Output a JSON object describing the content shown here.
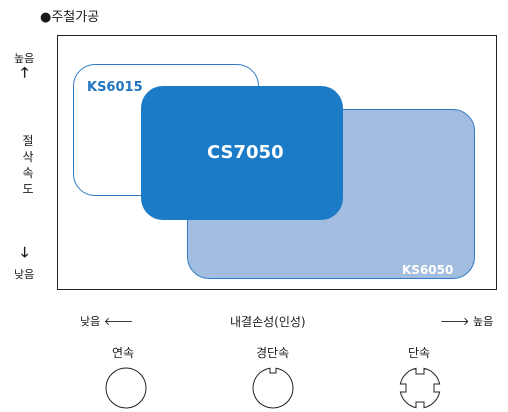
{
  "title": "●주철가공",
  "y_axis": {
    "high": "높음",
    "low": "낮음",
    "label": [
      "절",
      "삭",
      "속",
      "도"
    ]
  },
  "x_axis": {
    "low": "낮음",
    "high": "높음",
    "label": "내결손성(인성)"
  },
  "grades": {
    "ks6015": "KS6015",
    "cs7050": "CS7050",
    "ks6050": "KS6050"
  },
  "cutting_modes": [
    {
      "label": "연속",
      "symbol": "plain"
    },
    {
      "label": "경단속",
      "symbol": "slotted-light"
    },
    {
      "label": "단속",
      "symbol": "slotted-heavy"
    }
  ],
  "colors": {
    "ks6015_border": "#2f7cc4",
    "cs7050_fill": "#1b7bc6",
    "ks6050_fill": "#a3bde0",
    "ks6015_text": "#1f75c2"
  }
}
